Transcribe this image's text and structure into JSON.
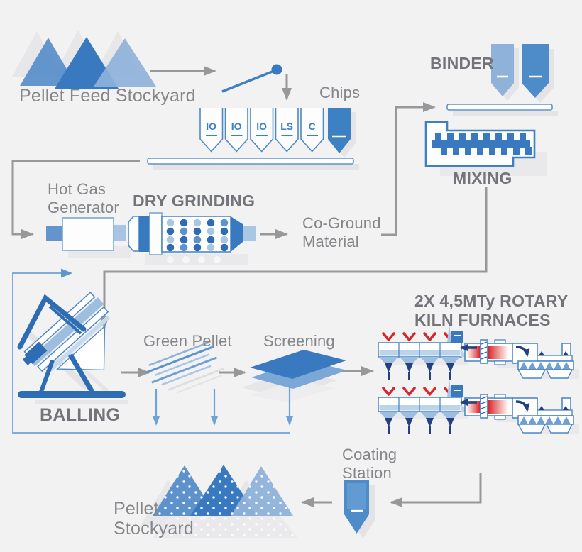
{
  "colors": {
    "background": "#f2f2f3",
    "blue_dark": "#3879bf",
    "blue_medium": "#5e92cb",
    "blue_light": "#8fb2da",
    "blue_outline": "#4e88c7",
    "navy": "#24407e",
    "red": "#d4282e",
    "gray_line": "#97989a",
    "gray_text": "#85868a",
    "gray_text_bold": "#737479",
    "shadow": "#e6e6e8"
  },
  "stockyard_feed": {
    "label": "Pellet Feed Stockyard"
  },
  "chips": {
    "label": "Chips"
  },
  "hoppers": {
    "items": [
      {
        "label": "IO"
      },
      {
        "label": "IO"
      },
      {
        "label": "IO"
      },
      {
        "label": "LS"
      },
      {
        "label": "C"
      }
    ]
  },
  "binder": {
    "label": "BINDER"
  },
  "mixing": {
    "label": "MIXING"
  },
  "hot_gas_generator": {
    "line1": "Hot Gas",
    "line2": "Generator"
  },
  "dry_grinding": {
    "label": "DRY GRINDING"
  },
  "co_ground": {
    "line1": "Co-Ground",
    "line2": "Material"
  },
  "balling": {
    "label": "BALLING"
  },
  "green_pellet": {
    "label": "Green Pellet"
  },
  "screening": {
    "label": "Screening"
  },
  "kiln": {
    "line1": "2X 4,5MTy ROTARY",
    "line2": "KILN FURNACES"
  },
  "coating": {
    "line1": "Coating",
    "line2": "Station"
  },
  "stockyard_pellet": {
    "line1": "Pellet",
    "line2": "Stockyard"
  }
}
